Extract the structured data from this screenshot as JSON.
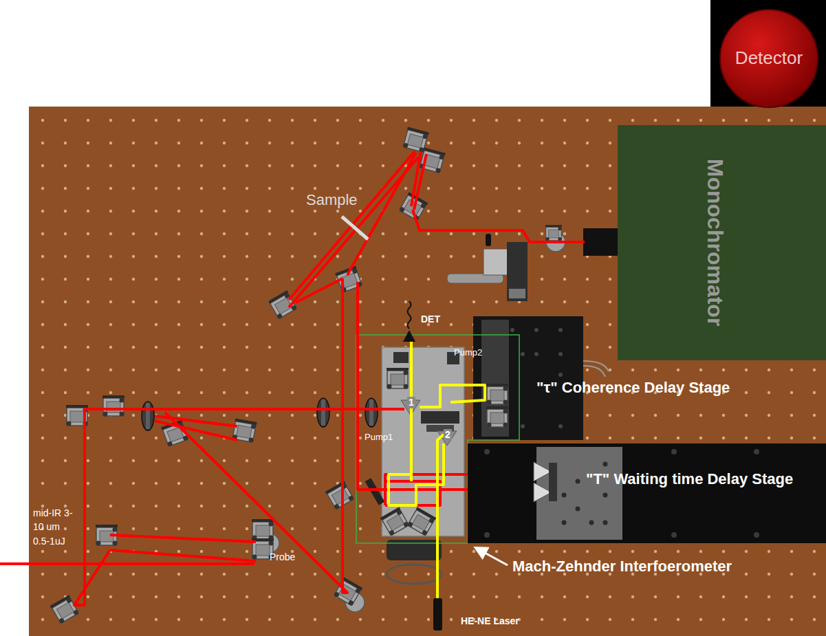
{
  "diagram": {
    "nodes": [
      {
        "text": [
          "Detector"
        ]
      },
      {
        "text": [
          "Monochromator"
        ]
      },
      {
        "text": [
          "\"T\" Waiting time Delay Stage"
        ]
      }
    ],
    "labels": [
      "Sample",
      "DET",
      "Pump2",
      "1",
      "Pump1",
      "2",
      "\"τ\" Coherence Delay Stage",
      "mid-IR 3-10 um 0.5-1uJ",
      "Probe",
      "Mach-Zehnder Interfoerometer",
      "HE-NE Laser"
    ]
  }
}
